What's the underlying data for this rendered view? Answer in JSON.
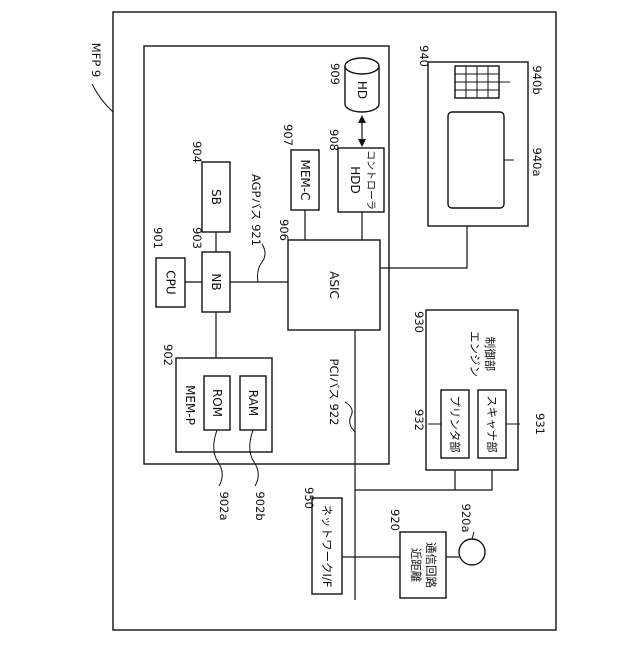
{
  "device_ref": "MFP 9",
  "cpu": {
    "label": "CPU",
    "ref": "901"
  },
  "mem_p": {
    "label": "MEM-P",
    "ref": "902"
  },
  "rom": {
    "label": "ROM",
    "ref": "902a"
  },
  "ram": {
    "label": "RAM",
    "ref": "902b"
  },
  "nb": {
    "label": "NB",
    "ref": "903"
  },
  "sb": {
    "label": "SB",
    "ref": "904"
  },
  "asic": {
    "label": "ASIC",
    "ref": "906"
  },
  "mem_c": {
    "label": "MEM-C",
    "ref": "907"
  },
  "hdd_ctrl": {
    "label_line1": "HDD",
    "label_line2": "コントローラ",
    "ref": "908"
  },
  "hd": {
    "label": "HD",
    "ref": "909"
  },
  "agp_bus": {
    "label": "AGPバス 921"
  },
  "pci_bus": {
    "label": "PCIバス 922"
  },
  "engine": {
    "label_line1": "エンジン",
    "label_line2": "制御部",
    "ref": "930"
  },
  "printer": {
    "label": "プリンタ部",
    "ref": "932"
  },
  "scanner": {
    "label": "スキャナ部",
    "ref": "931"
  },
  "panel": {
    "ref": "940",
    "display_ref": "940a",
    "keypad_ref": "940b"
  },
  "network_if": {
    "label": "ネットワークI/F",
    "ref": "950"
  },
  "nfc": {
    "label_line1": "近距離",
    "label_line2": "通信回路",
    "ref": "920",
    "antenna_ref": "920a"
  }
}
